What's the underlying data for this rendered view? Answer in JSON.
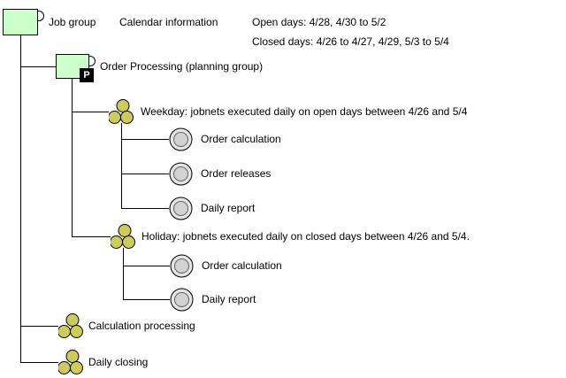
{
  "header": {
    "job_group_label": "Job group",
    "calendar_info_label": "Calendar information",
    "open_days": "Open days: 4/28, 4/30 to 5/2",
    "closed_days": "Closed days: 4/26 to 4/27, 4/29, 5/3 to 5/4"
  },
  "tree": {
    "order_processing_label": "Order Processing (planning group)",
    "planning_badge": "P",
    "weekday_label": "Weekday: jobnets executed daily on open days between 4/26 and 5/4",
    "weekday_children": [
      "Order calculation",
      "Order releases",
      "Daily report"
    ],
    "holiday_label": "Holiday: jobnets executed daily on closed days between 4/26 and 5/4.",
    "holiday_children": [
      "Order calculation",
      "Daily report"
    ],
    "other_jobnets": [
      "Calculation processing",
      "Daily closing"
    ]
  },
  "icons": {
    "job_group": "green-folder-with-tab",
    "planning_group": "green-folder-with-tab-and-P-badge",
    "jobnet": "three-yellow-balls-cluster",
    "job": "gray-double-circle"
  },
  "colors": {
    "job_group_fill": "#ccffcc",
    "jobnet_ball_fill": "#cccc5e",
    "job_outer_fill": "#e4e4e4",
    "job_inner_fill": "#d2d2d2",
    "line_color": "#000000",
    "badge_bg": "#000000",
    "badge_text": "#ffffff"
  }
}
